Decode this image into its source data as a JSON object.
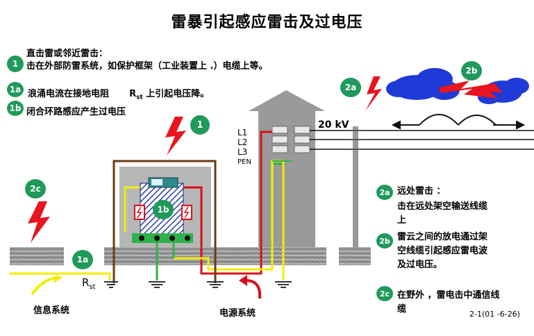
{
  "title": "雷暴引起感应雷击及过电压",
  "legend": {
    "direct_heading": "直击雷或邻近雷击：",
    "item1": {
      "badge": "1",
      "text": "击在外部防雷系统，如保护框架（工业装置上 .）电缆上等。"
    },
    "item1a": {
      "badge": "1a",
      "text_before": "浪涌电流在接地电阻",
      "r_main": "R",
      "r_sub": "st",
      "text_after": "上引起电压降。"
    },
    "item1b": {
      "badge": "1b",
      "text": "闭合环路感应产生过电压"
    }
  },
  "right_notes": {
    "item2a": {
      "badge": "2a",
      "line1": "远处雷击 ：",
      "line2": "击在远处架空输送线缆",
      "line3": "上"
    },
    "item2b": {
      "badge": "2b",
      "line1": "雷云之间的放电通过架",
      "line2": "空线缆引起感应雷电波",
      "line3": "及过电压。"
    },
    "item2c": {
      "badge": "2c",
      "line1": "在野外 ，雷电击中通信线",
      "line2": "缆"
    }
  },
  "diagram": {
    "voltage_label": "20 kV",
    "lines": [
      "L1",
      "L2",
      "L3",
      "PEN"
    ],
    "resistor_main": "R",
    "resistor_sub": "st",
    "label_info_system": "信息系统",
    "label_power_system": "电源系统",
    "badge_1": "1",
    "badge_1a": "1a",
    "badge_1b": "1b",
    "badge_2a": "2a",
    "badge_2b": "2b",
    "badge_2c": "2c"
  },
  "footer_code": "2-1(01 -6-26)",
  "colors": {
    "badge_green": "#1f9a5a",
    "lightning_red": "#e8141e",
    "cable_yellow": "#f2ee00",
    "cable_red": "#d8101a",
    "ground_green": "#2fb24a",
    "frame_brown": "#6b3b10",
    "building_gray": "#9a9a9a",
    "cloud_blue": "#1f3ad6"
  }
}
